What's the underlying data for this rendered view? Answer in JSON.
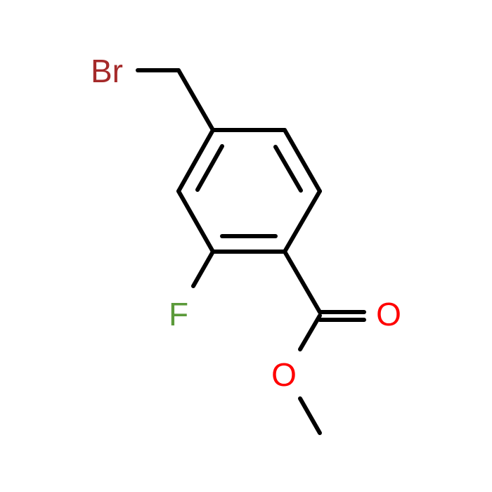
{
  "molecule": {
    "atoms": {
      "bromine": {
        "label": "Br",
        "color": "#a52a2a"
      },
      "fluorine": {
        "label": "F",
        "color": "#5b9a3a"
      },
      "carbonyl_oxygen": {
        "label": "O",
        "color": "#ff0000"
      },
      "ester_oxygen": {
        "label": "O",
        "color": "#ff0000"
      }
    },
    "bond_color": "#000000"
  }
}
